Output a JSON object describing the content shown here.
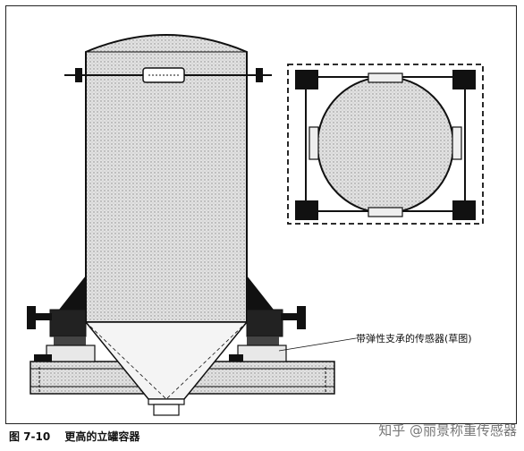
{
  "figure": {
    "number": "图 7-10",
    "title": "更高的立罐容器"
  },
  "annotation": {
    "sensor_label": "带弹性支承的传感器(草图)"
  },
  "watermark": {
    "text": "知乎 @丽景称重传感器"
  },
  "colors": {
    "line": "#111111",
    "fill_stipple": "#d9d9d9",
    "background": "#ffffff"
  }
}
